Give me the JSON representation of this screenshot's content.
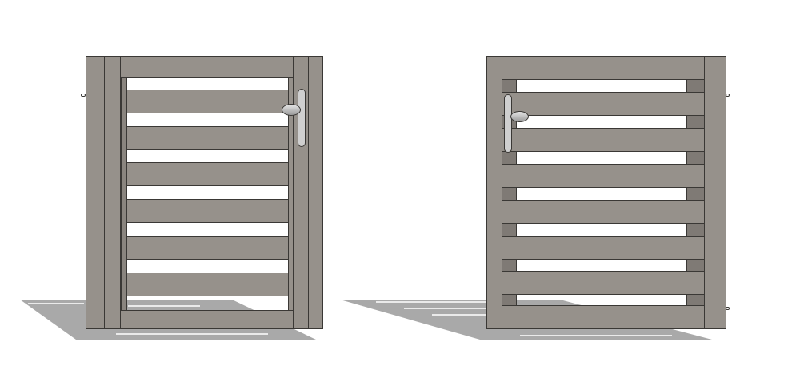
{
  "scene": {
    "objects": [
      {
        "name": "gate-left",
        "handle_side": "right",
        "slat_count": 6
      },
      {
        "name": "gate-right",
        "handle_side": "left",
        "slat_count": 7
      }
    ],
    "colors": {
      "background": "#ffffff",
      "frame": "#96918b",
      "outline": "#3a3835",
      "shadow": "#a9a9a9",
      "handle": "#c8c8c8"
    }
  }
}
